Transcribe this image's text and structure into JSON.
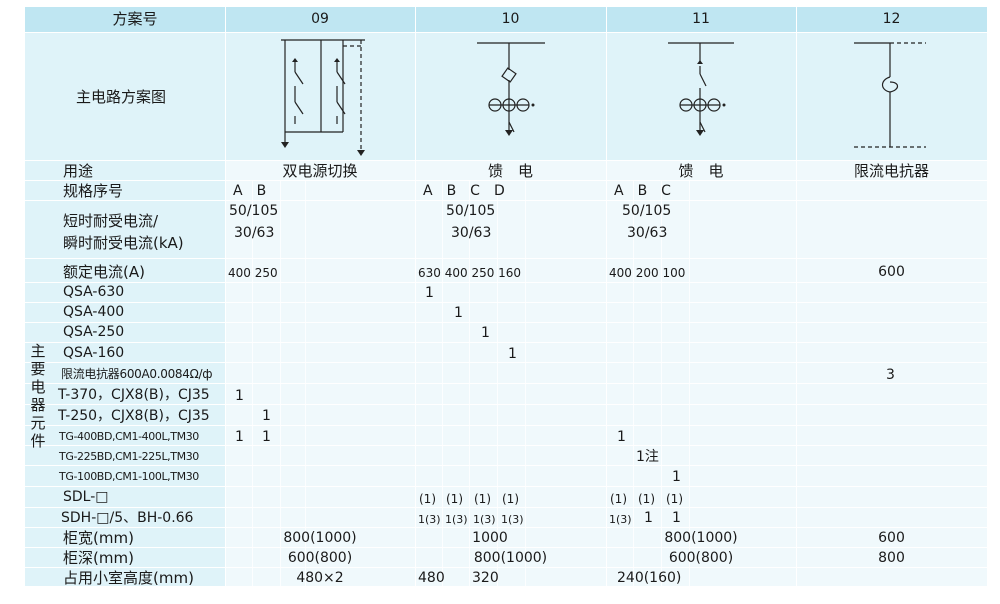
{
  "header": {
    "scheme_label": "方案号",
    "schemes": [
      "09",
      "10",
      "11",
      "12"
    ]
  },
  "diagram_row_label": "主电路方案图",
  "usage": {
    "label": "用途",
    "values": [
      "双电源切换",
      "馈　电",
      "馈　电",
      "限流电抗器"
    ]
  },
  "spec": {
    "label": "规格序号",
    "s09": "A　B",
    "s10": "A　B　C　D",
    "s11": "A　B　C"
  },
  "short_current": {
    "label_line1": "短时耐受电流/",
    "label_line2": "瞬时耐受电流(kA)",
    "v1": "50/105",
    "v2": "30/63"
  },
  "rated_current": {
    "label": "额定电流(A)",
    "s09": "400 250",
    "s10": "630 400 250 160",
    "s11": "400 200 100",
    "s12": "600"
  },
  "side_label": [
    "主",
    "要",
    "电",
    "器",
    "元",
    "件"
  ],
  "components": [
    {
      "name": "QSA-630",
      "values": [
        "1"
      ]
    },
    {
      "name": "QSA-400",
      "values": [
        "1"
      ]
    },
    {
      "name": "QSA-250",
      "values": [
        "1"
      ]
    },
    {
      "name": "QSA-160",
      "values": [
        "1"
      ]
    },
    {
      "name": "限流电抗器600A0.0084Ω/ф",
      "values": [
        "3"
      ]
    },
    {
      "name": "T-370，CJX8(B)，CJ35",
      "values": [
        "1"
      ]
    },
    {
      "name": "T-250，CJX8(B)，CJ35",
      "values": [
        "1"
      ]
    },
    {
      "name": "TG-400BD,CM1-400L,TM30",
      "values": [
        "1",
        "1",
        "1"
      ]
    },
    {
      "name": "TG-225BD,CM1-225L,TM30",
      "values": [
        "1注"
      ]
    },
    {
      "name": "TG-100BD,CM1-100L,TM30",
      "values": [
        "1"
      ]
    },
    {
      "name": "SDL-□",
      "values": [
        "(1)",
        "(1)",
        "(1)",
        "(1)",
        "(1)",
        "(1)",
        "(1)"
      ]
    },
    {
      "name": "SDH-□/5、BH-0.66",
      "values": [
        "1(3)",
        "1(3)",
        "1(3)",
        "1(3)",
        "1(3)",
        "1",
        "1"
      ]
    }
  ],
  "width": {
    "label": "柜宽(mm)",
    "values": [
      "800(1000)",
      "1000",
      "800(1000)",
      "600"
    ]
  },
  "depth": {
    "label": "柜深(mm)",
    "values": [
      "600(800)",
      "800(1000)",
      "600(800)",
      "800"
    ]
  },
  "height": {
    "label": "占用小室高度(mm)",
    "values": [
      "480×2",
      "480",
      "320",
      "240(160)"
    ]
  }
}
